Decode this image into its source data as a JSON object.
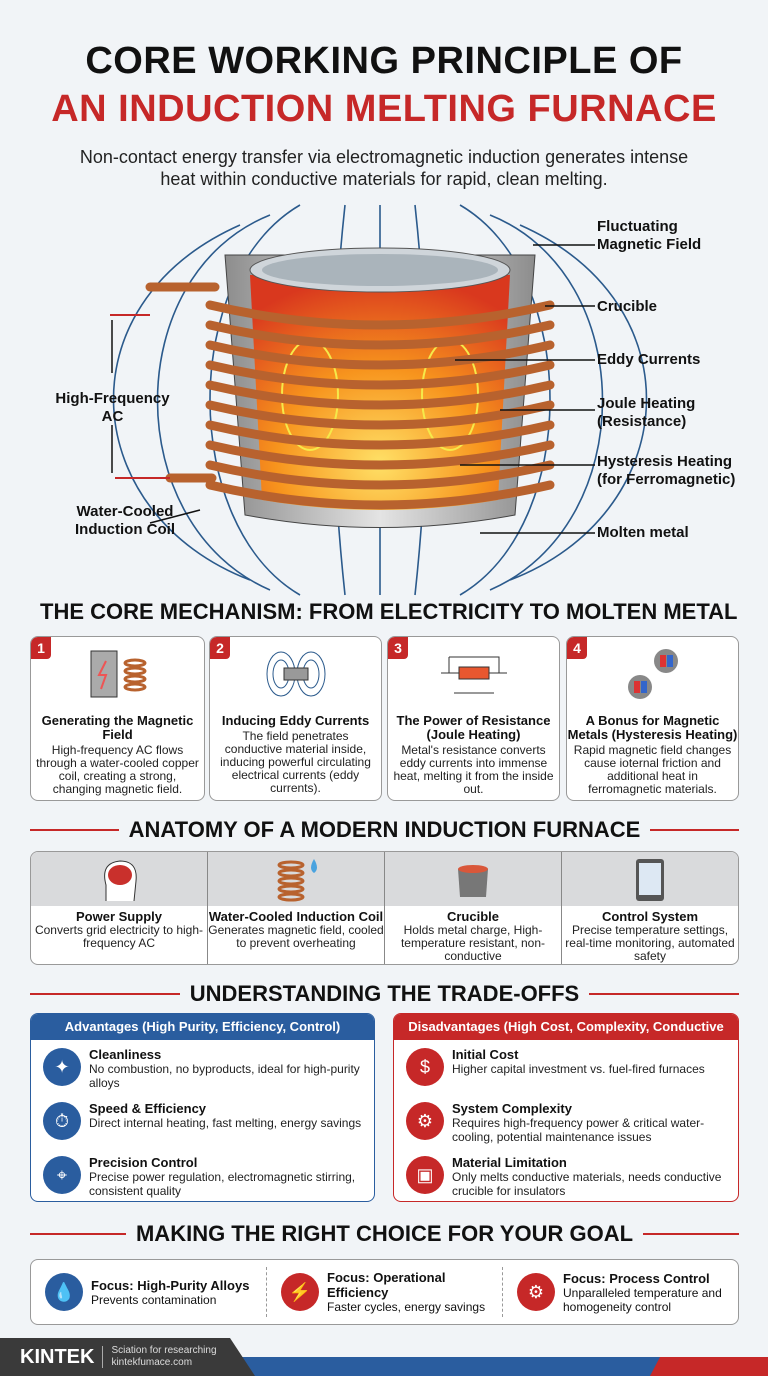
{
  "title": {
    "line1": "CORE WORKING PRINCIPLE OF",
    "line2": "AN INDUCTION MELTING FURNACE",
    "subtitle": "Non-contact energy transfer via electromagnetic induction generates intense heat within conductive materials for rapid, clean melting."
  },
  "diagram": {
    "labels": {
      "field": "Fluctuating Magnetic Field",
      "crucible": "Crucible",
      "eddy": "Eddy Currents",
      "joule": "Joule Heating (Resistance)",
      "hysteresis": "Hysteresis Heating (for Ferromagnetic)",
      "molten": "Molten metal",
      "ac": "High-Frequency AC",
      "coil": "Water-Cooled Induction Coil"
    }
  },
  "sections": {
    "mechanism": "THE CORE MECHANISM: FROM ELECTRICITY TO MOLTEN METAL",
    "anatomy": "ANATOMY OF A MODERN INDUCTION FURNACE",
    "tradeoffs": "UNDERSTANDING THE TRADE-OFFS",
    "choice": "MAKING THE RIGHT CHOICE FOR YOUR GOAL"
  },
  "steps": [
    {
      "num": "1",
      "title": "Generating the Magnetic Field",
      "text": "High-frequency AC flows through a water-cooled copper coil, creating a strong, changing magnetic field.",
      "icon": "battery-coil-icon"
    },
    {
      "num": "2",
      "title": "Inducing Eddy Currents",
      "text": "The field penetrates conductive material inside, inducing powerful circulating electrical currents (eddy currents).",
      "icon": "magnetic-field-icon"
    },
    {
      "num": "3",
      "title": "The Power of Resistance (Joule Heating)",
      "text": "Metal's resistance converts eddy currents into immense heat, melting it from the inside out.",
      "icon": "resistor-icon"
    },
    {
      "num": "4",
      "title": "A Bonus for Magnetic Metals (Hysteresis Heating)",
      "text": "Rapid magnetic field changes cause ioternal friction and additional heat in ferromagnetic materials.",
      "icon": "magnetic-domains-icon"
    }
  ],
  "anatomy": [
    {
      "title": "Power Supply",
      "text": "Converts grid electricity to high-frequency AC",
      "icon": "brain-icon"
    },
    {
      "title": "Water-Cooled Induction Coil",
      "text": "Generates magnetic field, cooled to prevent overheating",
      "icon": "coil-water-icon"
    },
    {
      "title": "Crucible",
      "text": "Holds metal charge, High-temperature resistant, non-conductive",
      "icon": "pot-icon"
    },
    {
      "title": "Control System",
      "text": "Precise temperature settings, real-time monitoring, automated safety",
      "icon": "tablet-icon"
    }
  ],
  "advantages": {
    "header": "Advantages (High Purity, Efficiency, Control)",
    "color": "#2a5d9f",
    "items": [
      {
        "title": "Cleanliness",
        "text": "No combustion, no byproducts, ideal for high-purity alloys",
        "icon": "sparkle-hand-icon"
      },
      {
        "title": "Speed & Efficiency",
        "text": "Direct internal heating, fast melting, energy savings",
        "icon": "stopwatch-icon"
      },
      {
        "title": "Precision Control",
        "text": "Precise power regulation, electromagnetic stirring, consistent quality",
        "icon": "target-icon"
      }
    ]
  },
  "disadvantages": {
    "header": "Disadvantages (High Cost, Complexity, Conductive Only)",
    "color": "#c62828",
    "items": [
      {
        "title": "Initial Cost",
        "text": "Higher capital investment vs. fuel-fired furnaces",
        "icon": "coins-icon"
      },
      {
        "title": "System Complexity",
        "text": "Requires high-frequency power & critical water-cooling, potential maintenance issues",
        "icon": "gear-wrench-icon"
      },
      {
        "title": "Material Limitation",
        "text": "Only melts conductive materials, needs conductive crucible for insulators",
        "icon": "cube-icon"
      }
    ]
  },
  "focus": [
    {
      "title": "Focus: High-Purity Alloys",
      "text": "Prevents contamination",
      "icon": "water-drop-icon",
      "color": "#2a5d9f"
    },
    {
      "title": "Focus: Operational Efficiency",
      "text": "Faster cycles, energy savings",
      "icon": "lightning-icon",
      "color": "#c62828"
    },
    {
      "title": "Focus: Process Control",
      "text": "Unparalleled temperature and homogeneity control",
      "icon": "gear-search-icon",
      "color": "#c62828"
    }
  ],
  "footer": {
    "brand": "KINTEK",
    "tagline": "Sciation for researching",
    "url": "kintekfumace.com"
  }
}
